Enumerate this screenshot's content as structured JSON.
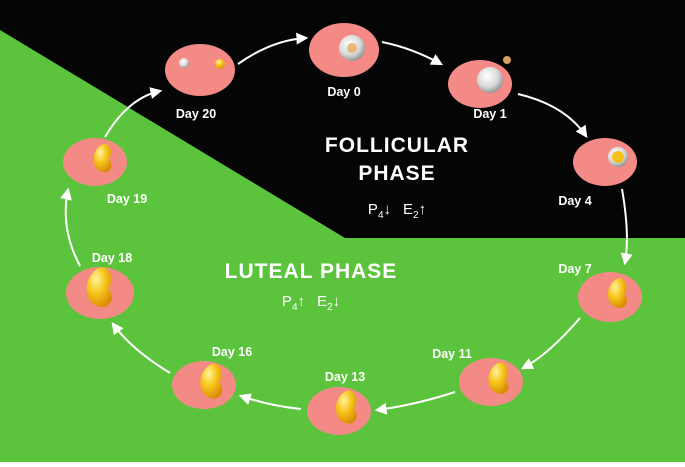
{
  "colors": {
    "follicular_bg": "#050505",
    "luteal_bg": "#5cc43c",
    "ovary": "#f48a86",
    "corpus_luteum": "#f5c21d",
    "follicle": "#cfcfcf",
    "arrow": "#ffffff",
    "label_on_black": "#ffffff",
    "label_on_green": "#ffffff"
  },
  "follicular": {
    "title_line1": "FOLLICULAR",
    "title_line2": "PHASE",
    "p_sym": "P",
    "p_sub": "4",
    "p_arrow": "↓",
    "e_sym": "E",
    "e_sub": "2",
    "e_arrow": "↑"
  },
  "luteal": {
    "title": "LUTEAL PHASE",
    "p_sym": "P",
    "p_sub": "4",
    "p_arrow": "↑",
    "e_sym": "E",
    "e_sub": "2",
    "e_arrow": "↓"
  },
  "days": [
    {
      "label": "Day 0",
      "structure": "follicle-large"
    },
    {
      "label": "Day 1",
      "structure": "ovulation"
    },
    {
      "label": "Day 4",
      "structure": "early-corpus-luteum"
    },
    {
      "label": "Day 7",
      "structure": "corpus-luteum"
    },
    {
      "label": "Day 11",
      "structure": "corpus-luteum"
    },
    {
      "label": "Day 13",
      "structure": "corpus-luteum"
    },
    {
      "label": "Day 16",
      "structure": "corpus-luteum"
    },
    {
      "label": "Day 18",
      "structure": "corpus-luteum"
    },
    {
      "label": "Day 19",
      "structure": "corpus-luteum-regressing"
    },
    {
      "label": "Day 20",
      "structure": "small-follicles"
    }
  ]
}
